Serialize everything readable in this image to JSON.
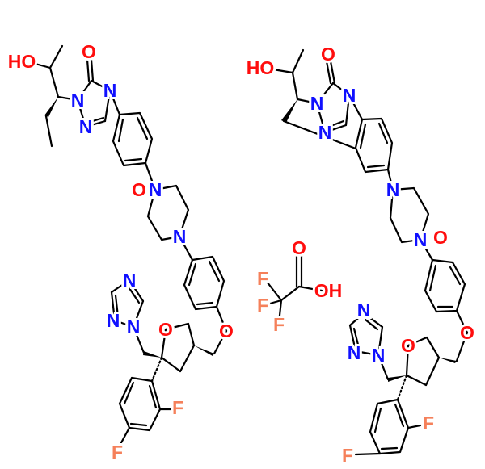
{
  "title": "Posaconazole impurity pair with trifluoroacetic acid",
  "colors": {
    "oxygen": "#ff0d0d",
    "nitrogen": "#1010ff",
    "fluorine": "#f5805a",
    "bond": "#000000"
  },
  "left_molecule": {
    "labels": [
      "HO",
      "O",
      "N",
      "N",
      "N",
      "N",
      "O",
      "N",
      "O",
      "N",
      "N",
      "N",
      "O",
      "F",
      "F"
    ]
  },
  "tfa": {
    "labels": [
      "F",
      "F",
      "F",
      "O",
      "OH"
    ]
  },
  "right_molecule": {
    "labels": [
      "HO",
      "O",
      "N",
      "N",
      "N",
      "N",
      "N",
      "O",
      "O",
      "N",
      "N",
      "N",
      "O",
      "F",
      "F"
    ]
  }
}
